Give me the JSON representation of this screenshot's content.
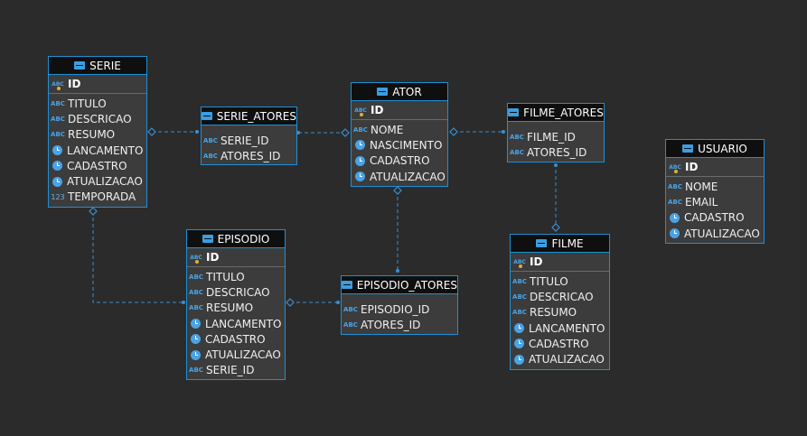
{
  "entities": {
    "serie": {
      "name": "SERIE",
      "pk": "ID",
      "columns": [
        {
          "name": "TITULO",
          "type": "text"
        },
        {
          "name": "DESCRICAO",
          "type": "text"
        },
        {
          "name": "RESUMO",
          "type": "text"
        },
        {
          "name": "LANCAMENTO",
          "type": "date"
        },
        {
          "name": "CADASTRO",
          "type": "date"
        },
        {
          "name": "ATUALIZACAO",
          "type": "date"
        },
        {
          "name": "TEMPORADA",
          "type": "number"
        }
      ]
    },
    "serie_atores": {
      "name": "SERIE_ATORES",
      "columns": [
        {
          "name": "SERIE_ID",
          "type": "text"
        },
        {
          "name": "ATORES_ID",
          "type": "text"
        }
      ]
    },
    "ator": {
      "name": "ATOR",
      "pk": "ID",
      "columns": [
        {
          "name": "NOME",
          "type": "text"
        },
        {
          "name": "NASCIMENTO",
          "type": "date"
        },
        {
          "name": "CADASTRO",
          "type": "date"
        },
        {
          "name": "ATUALIZACAO",
          "type": "date"
        }
      ]
    },
    "filme_atores": {
      "name": "FILME_ATORES",
      "columns": [
        {
          "name": "FILME_ID",
          "type": "text"
        },
        {
          "name": "ATORES_ID",
          "type": "text"
        }
      ]
    },
    "usuario": {
      "name": "USUARIO",
      "pk": "ID",
      "columns": [
        {
          "name": "NOME",
          "type": "text"
        },
        {
          "name": "EMAIL",
          "type": "text"
        },
        {
          "name": "CADASTRO",
          "type": "date"
        },
        {
          "name": "ATUALIZACAO",
          "type": "date"
        }
      ]
    },
    "episodio": {
      "name": "EPISODIO",
      "pk": "ID",
      "columns": [
        {
          "name": "TITULO",
          "type": "text"
        },
        {
          "name": "DESCRICAO",
          "type": "text"
        },
        {
          "name": "RESUMO",
          "type": "text"
        },
        {
          "name": "LANCAMENTO",
          "type": "date"
        },
        {
          "name": "CADASTRO",
          "type": "date"
        },
        {
          "name": "ATUALIZACAO",
          "type": "date"
        },
        {
          "name": "SERIE_ID",
          "type": "text"
        }
      ]
    },
    "episodio_atores": {
      "name": "EPISODIO_ATORES",
      "columns": [
        {
          "name": "EPISODIO_ID",
          "type": "text"
        },
        {
          "name": "ATORES_ID",
          "type": "text"
        }
      ]
    },
    "filme": {
      "name": "FILME",
      "pk": "ID",
      "columns": [
        {
          "name": "TITULO",
          "type": "text"
        },
        {
          "name": "DESCRICAO",
          "type": "text"
        },
        {
          "name": "RESUMO",
          "type": "text"
        },
        {
          "name": "LANCAMENTO",
          "type": "date"
        },
        {
          "name": "CADASTRO",
          "type": "date"
        },
        {
          "name": "ATUALIZACAO",
          "type": "date"
        }
      ]
    }
  },
  "type_icons": {
    "text": "ABC",
    "number": "123",
    "date": "clock-icon",
    "key": "ABC"
  },
  "colors": {
    "background": "#2b2b2b",
    "border": "#1e90d6",
    "link": "#3a8fd0"
  }
}
